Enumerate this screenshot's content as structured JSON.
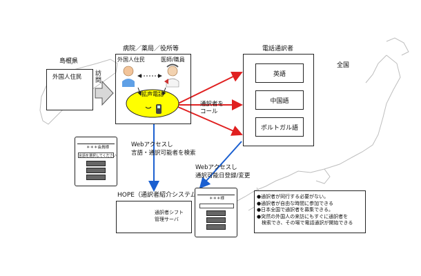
{
  "labels": {
    "shimane": "島根県",
    "resident": "外国人住民",
    "visit": "訪問",
    "facility_header": "病院／薬局／役所等",
    "facility_resident": "外国人住民",
    "facility_staff": "医師/職員",
    "speaker_phone": "拡声電話",
    "interpreter_header": "電話通訳者",
    "nationwide": "全国",
    "call_interpreter_1": "通訳者を",
    "call_interpreter_2": "コール",
    "web_search_1": "Webアクセスし",
    "web_search_2": "言語・通訳可能者を検索",
    "web_register_1": "Webアクセスし",
    "web_register_2": "通訳可能日登録/変更",
    "hope_system": "HOPE（通訳者紹介システム）",
    "server_1": "通訳者シフト",
    "server_2": "管理サーバ"
  },
  "languages": [
    "英語",
    "中国語",
    "ポルトガル語"
  ],
  "phone_left": {
    "title": "＊＊＊会員様",
    "select_label": "言語を選択してください",
    "buttons": [
      "",
      "",
      ""
    ]
  },
  "phone_right": {
    "title": "＊＊＊様"
  },
  "notes": [
    "●通訳者が同行する必要がない。",
    "●通訳者が自由な時間に参加できる",
    "●日本全国で通訳者を募集できる。",
    "●突然の外国人の来訪にもすぐに通訳者を",
    "　検索でき、その場で電話通訳が開始できる"
  ],
  "colors": {
    "arrow_red": "#e02020",
    "arrow_blue": "#1a5fd0",
    "oval_yellow": "#ffff00",
    "map_gray": "#bdbdbd"
  }
}
